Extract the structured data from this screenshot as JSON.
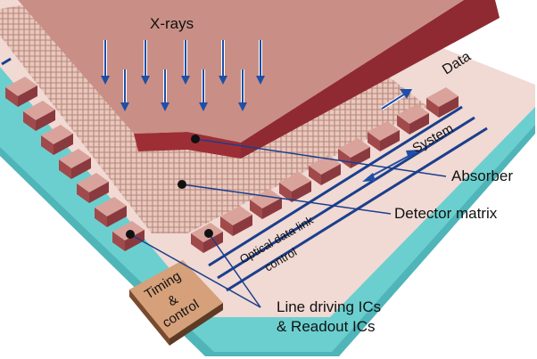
{
  "labels": {
    "xrays": "X-rays",
    "data": "Data",
    "system": "System",
    "absorber": "Absorber",
    "detector_matrix": "Detector matrix",
    "optical_line1": "Optical data link",
    "optical_line2": "control",
    "timing_line1": "Timing",
    "timing_line2": "&",
    "timing_line3": "control",
    "ics_line1": "Line driving ICs",
    "ics_line2": "& Readout ICs"
  },
  "colors": {
    "teal": "#6ccfcf",
    "panel_light": "#f1d9d4",
    "absorber_top": "#c98f86",
    "absorber_side": "#9e2e36",
    "chip_top": "#d9a39b",
    "chip_side": "#a04a4c",
    "bus_line": "#1a3f8c",
    "arrow_blue": "#1f4fa6",
    "timing_box": "#d6a07a"
  },
  "icons": {
    "xray_arrow": "arrow-down",
    "data_arrow": "arrow-right",
    "system_arrow": "double-arrow"
  }
}
